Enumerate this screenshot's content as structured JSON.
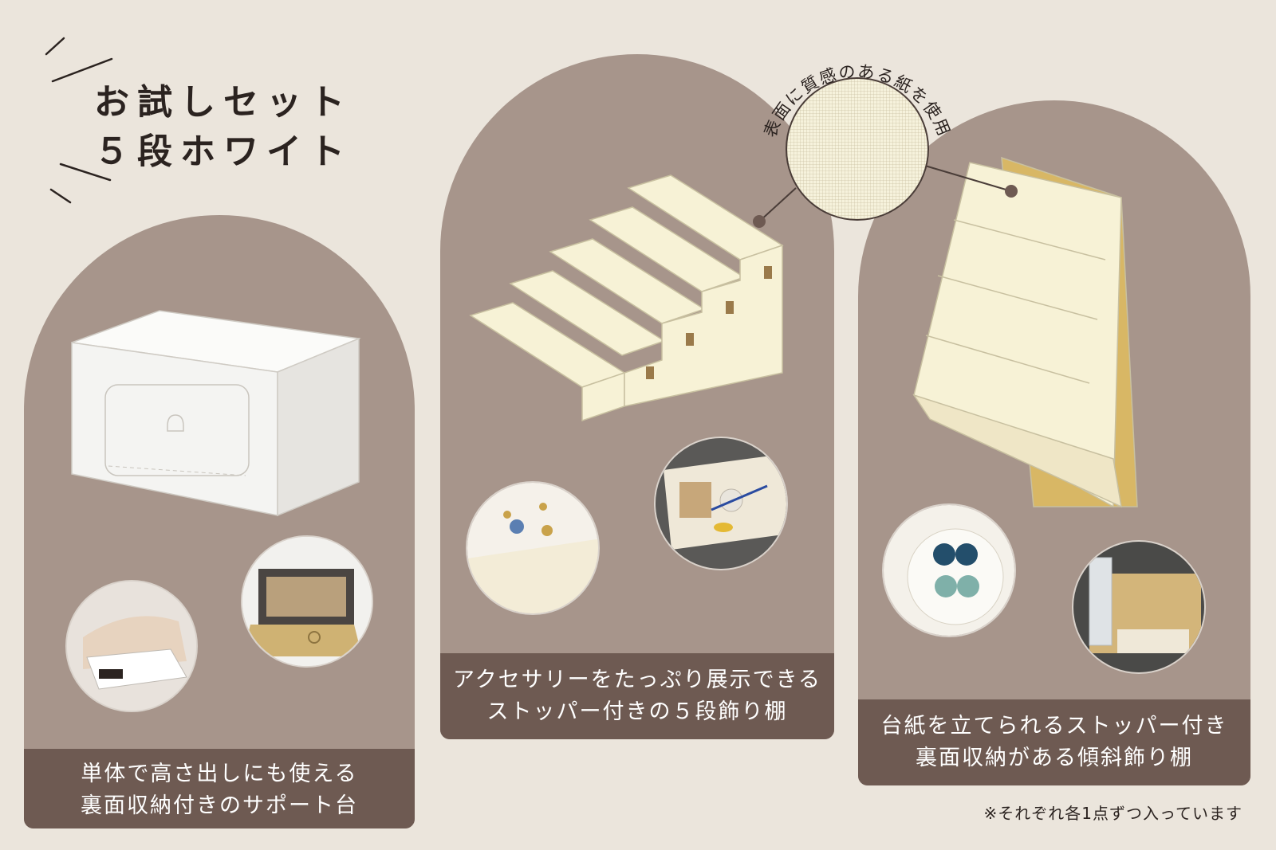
{
  "title": {
    "line1": "お試しセット",
    "line2": "５段ホワイト"
  },
  "texture_label": "表面に質感のある紙を使用",
  "panels": [
    {
      "caption_line1": "単体で高さ出しにも使える",
      "caption_line2": "裏面収納付きのサポート台"
    },
    {
      "caption_line1": "アクセサリーをたっぷり展示できる",
      "caption_line2": "ストッパー付きの５段飾り棚"
    },
    {
      "caption_line1": "台紙を立てられるストッパー付き",
      "caption_line2": "裏面収納がある傾斜飾り棚"
    }
  ],
  "footnote": "※それぞれ各1点ずつ入っています",
  "colors": {
    "background": "#ebe5dc",
    "arch": "#a7958b",
    "caption_band": "#6e5a52",
    "product_cream": "#f7f2d6",
    "product_white": "#f4f4f2"
  }
}
